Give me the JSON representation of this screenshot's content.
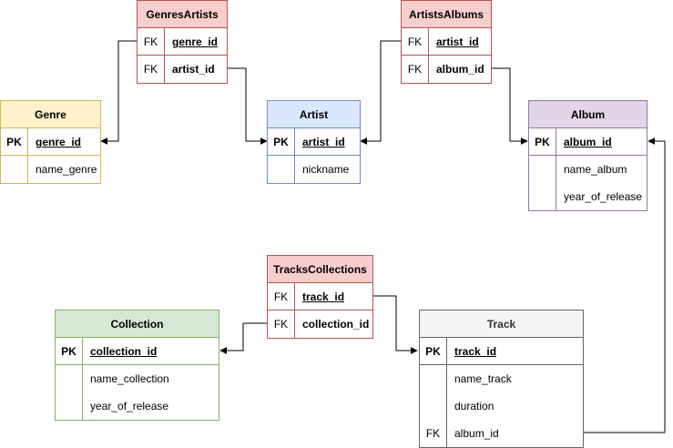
{
  "tables": {
    "genres_artists": {
      "title": "GenresArtists",
      "rows": [
        {
          "key": "FK",
          "field": "genre_id"
        },
        {
          "key": "FK",
          "field": "artist_id"
        }
      ]
    },
    "artists_albums": {
      "title": "ArtistsAlbums",
      "rows": [
        {
          "key": "FK",
          "field": "artist_id"
        },
        {
          "key": "FK",
          "field": "album_id"
        }
      ]
    },
    "genre": {
      "title": "Genre",
      "rows": [
        {
          "key": "PK",
          "field": "genre_id"
        },
        {
          "key": "",
          "field": "name_genre"
        }
      ]
    },
    "artist": {
      "title": "Artist",
      "rows": [
        {
          "key": "PK",
          "field": "artist_id"
        },
        {
          "key": "",
          "field": "nickname"
        }
      ]
    },
    "album": {
      "title": "Album",
      "rows": [
        {
          "key": "PK",
          "field": "album_id"
        },
        {
          "key": "",
          "field": "name_album"
        },
        {
          "key": "",
          "field": "year_of_release"
        }
      ]
    },
    "tracks_collections": {
      "title": "TracksCollections",
      "rows": [
        {
          "key": "FK",
          "field": "track_id"
        },
        {
          "key": "FK",
          "field": "collection_id"
        }
      ]
    },
    "collection": {
      "title": "Collection",
      "rows": [
        {
          "key": "PK",
          "field": "collection_id"
        },
        {
          "key": "",
          "field": "name_collection"
        },
        {
          "key": "",
          "field": "year_of_release"
        }
      ]
    },
    "track": {
      "title": "Track",
      "rows": [
        {
          "key": "PK",
          "field": "track_id"
        },
        {
          "key": "",
          "field": "name_track"
        },
        {
          "key": "",
          "field": "duration"
        },
        {
          "key": "FK",
          "field": "album_id"
        }
      ]
    }
  },
  "colors": {
    "red_fill": "#f8cecc",
    "red_line": "#b85450",
    "yellow_fill": "#fff2cc",
    "yellow_line": "#d6b656",
    "blue_fill": "#dae8fc",
    "blue_line": "#6c8ebf",
    "purple_fill": "#e1d5e7",
    "purple_line": "#9673a6",
    "green_fill": "#d5e8d4",
    "green_line": "#82b366",
    "gray_fill": "#f5f5f5",
    "gray_line": "#666666"
  }
}
